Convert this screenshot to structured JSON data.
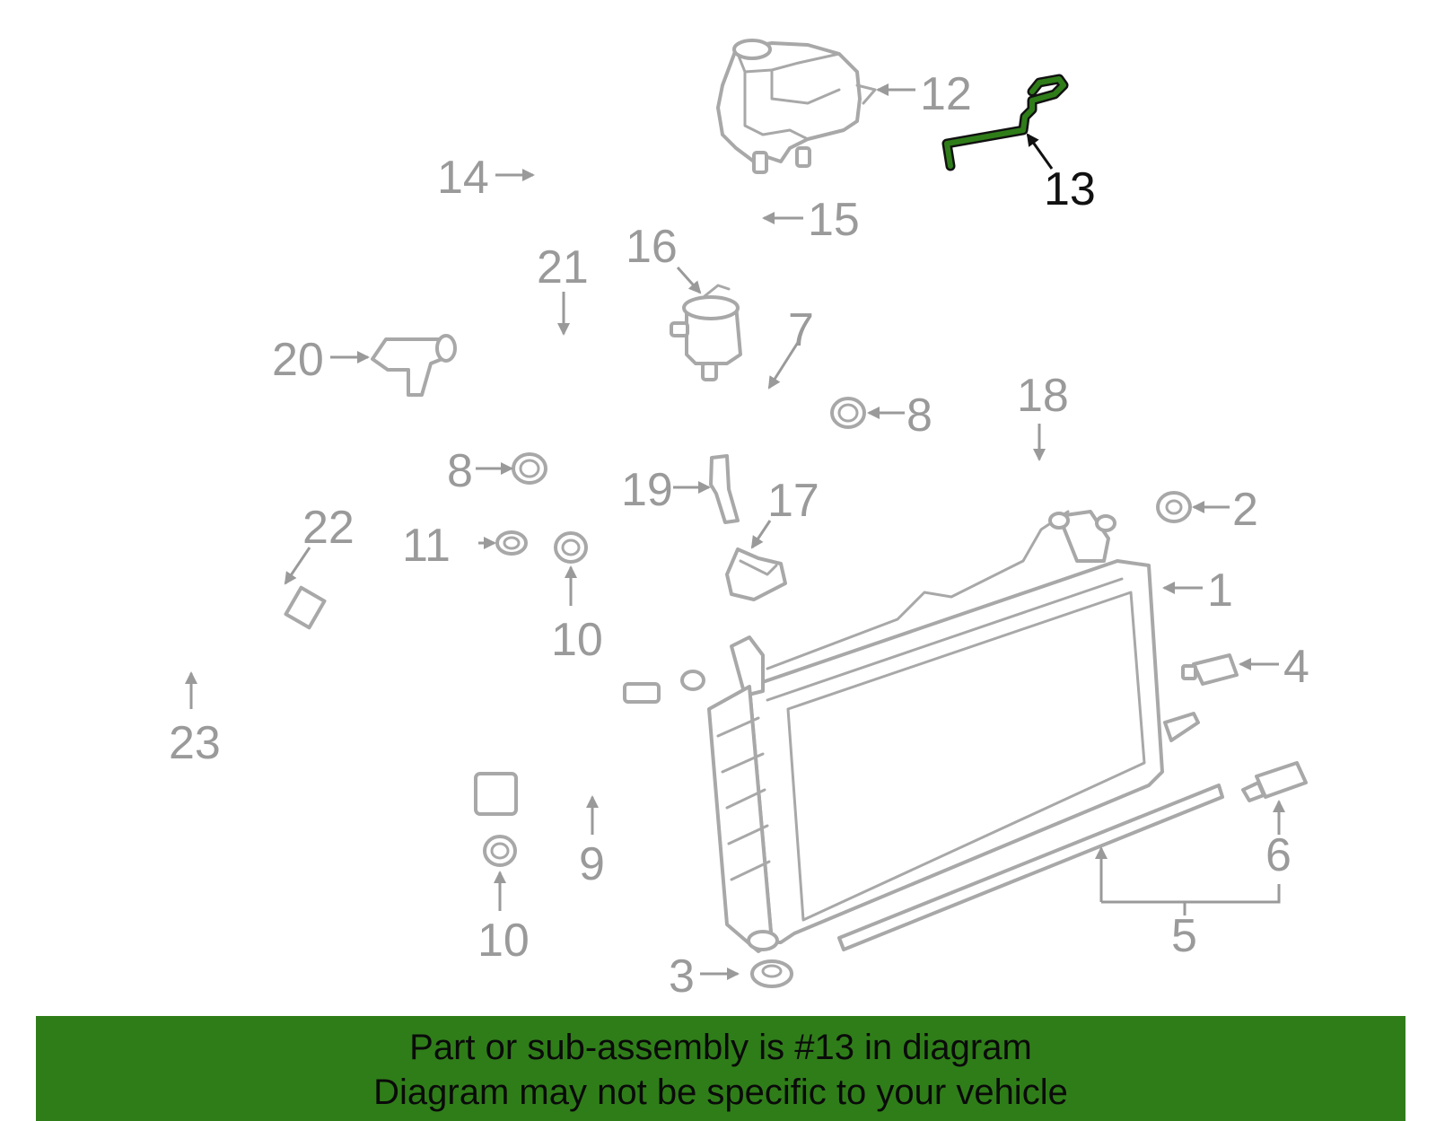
{
  "colors": {
    "highlight": "#2f7d19",
    "part_gray": "#a8a8a8",
    "label_gray": "#9a9a9a",
    "banner_bg": "#2f7d19"
  },
  "highlighted_part": "13",
  "callouts": {
    "c1": "1",
    "c2": "2",
    "c3": "3",
    "c4": "4",
    "c5": "5",
    "c6": "6",
    "c7": "7",
    "c8a": "8",
    "c8b": "8",
    "c9": "9",
    "c10a": "10",
    "c10b": "10",
    "c11": "11",
    "c12": "12",
    "c13": "13",
    "c14": "14",
    "c15": "15",
    "c16": "16",
    "c17": "17",
    "c18": "18",
    "c19": "19",
    "c20": "20",
    "c21": "21",
    "c22": "22",
    "c23": "23"
  },
  "banner": {
    "line1": "Part or sub-assembly is #13 in diagram",
    "line2": "Diagram may not be specific to your vehicle"
  }
}
